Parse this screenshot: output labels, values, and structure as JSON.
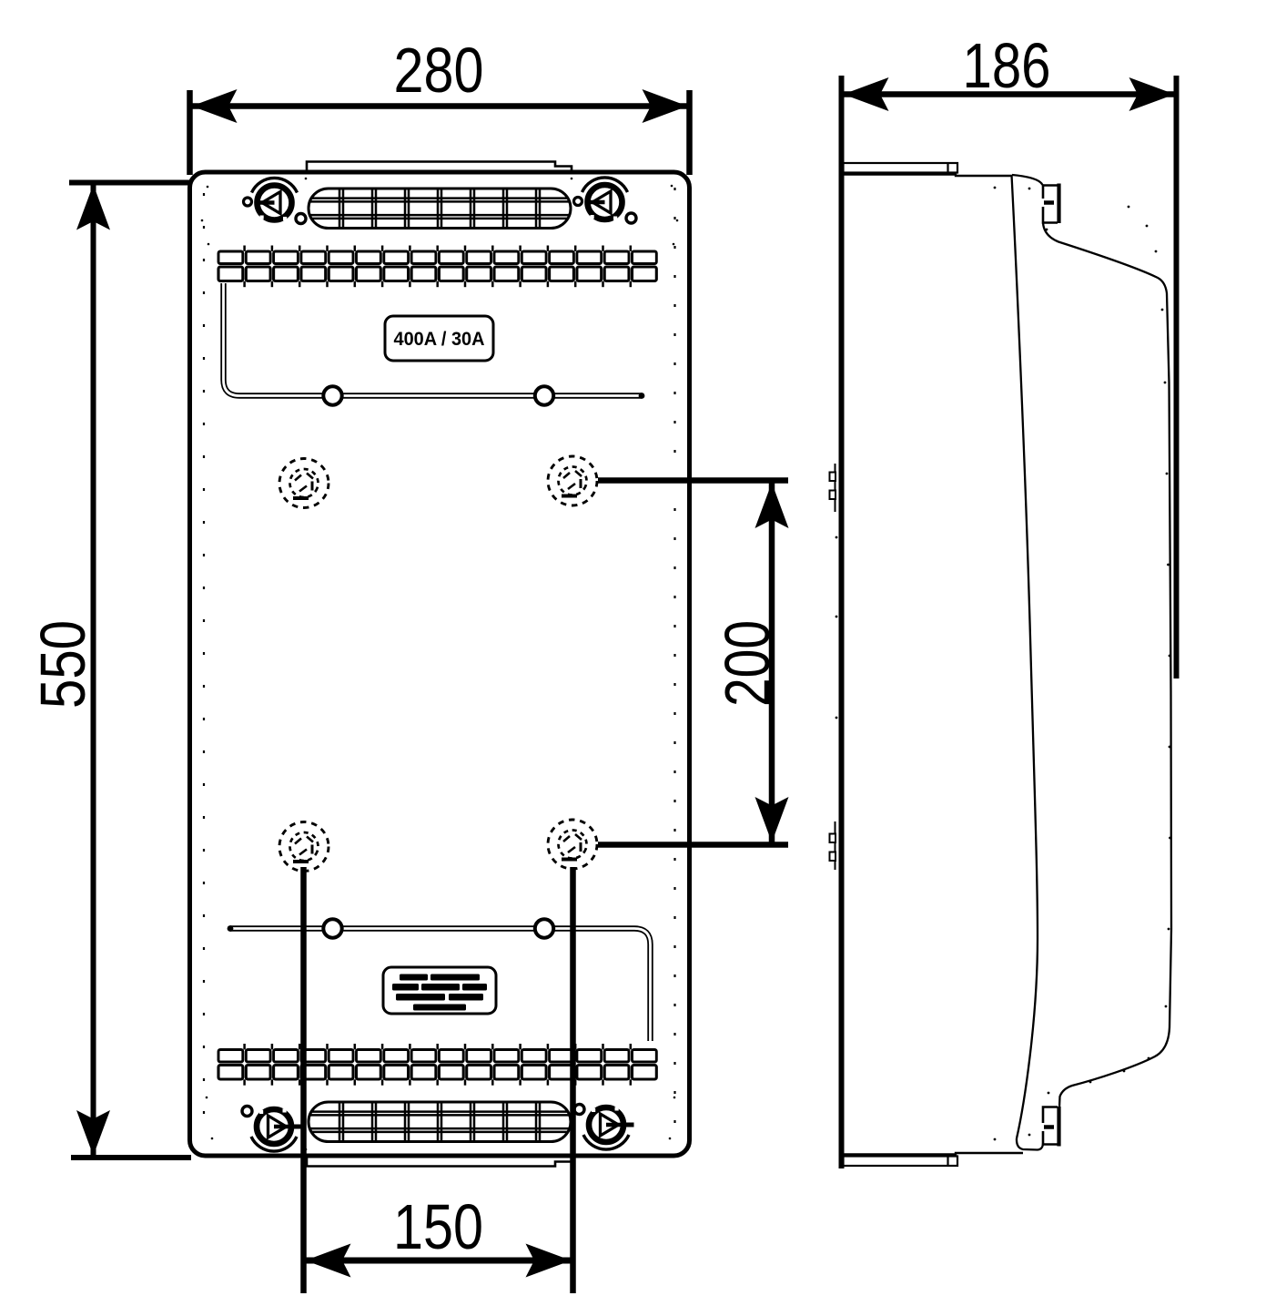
{
  "drawing": {
    "type": "technical-dimension-drawing",
    "views": {
      "left": "front view of enclosure",
      "right": "side profile view"
    },
    "dimensions": {
      "overall_width": "280",
      "overall_depth": "186",
      "overall_height": "550",
      "hole_spacing_vertical": "200",
      "hole_spacing_horizontal": "150"
    },
    "front_view": {
      "rating_plate_text": "400A / 30A"
    },
    "colors": {
      "ink": "#000000",
      "background": "#ffffff"
    }
  }
}
